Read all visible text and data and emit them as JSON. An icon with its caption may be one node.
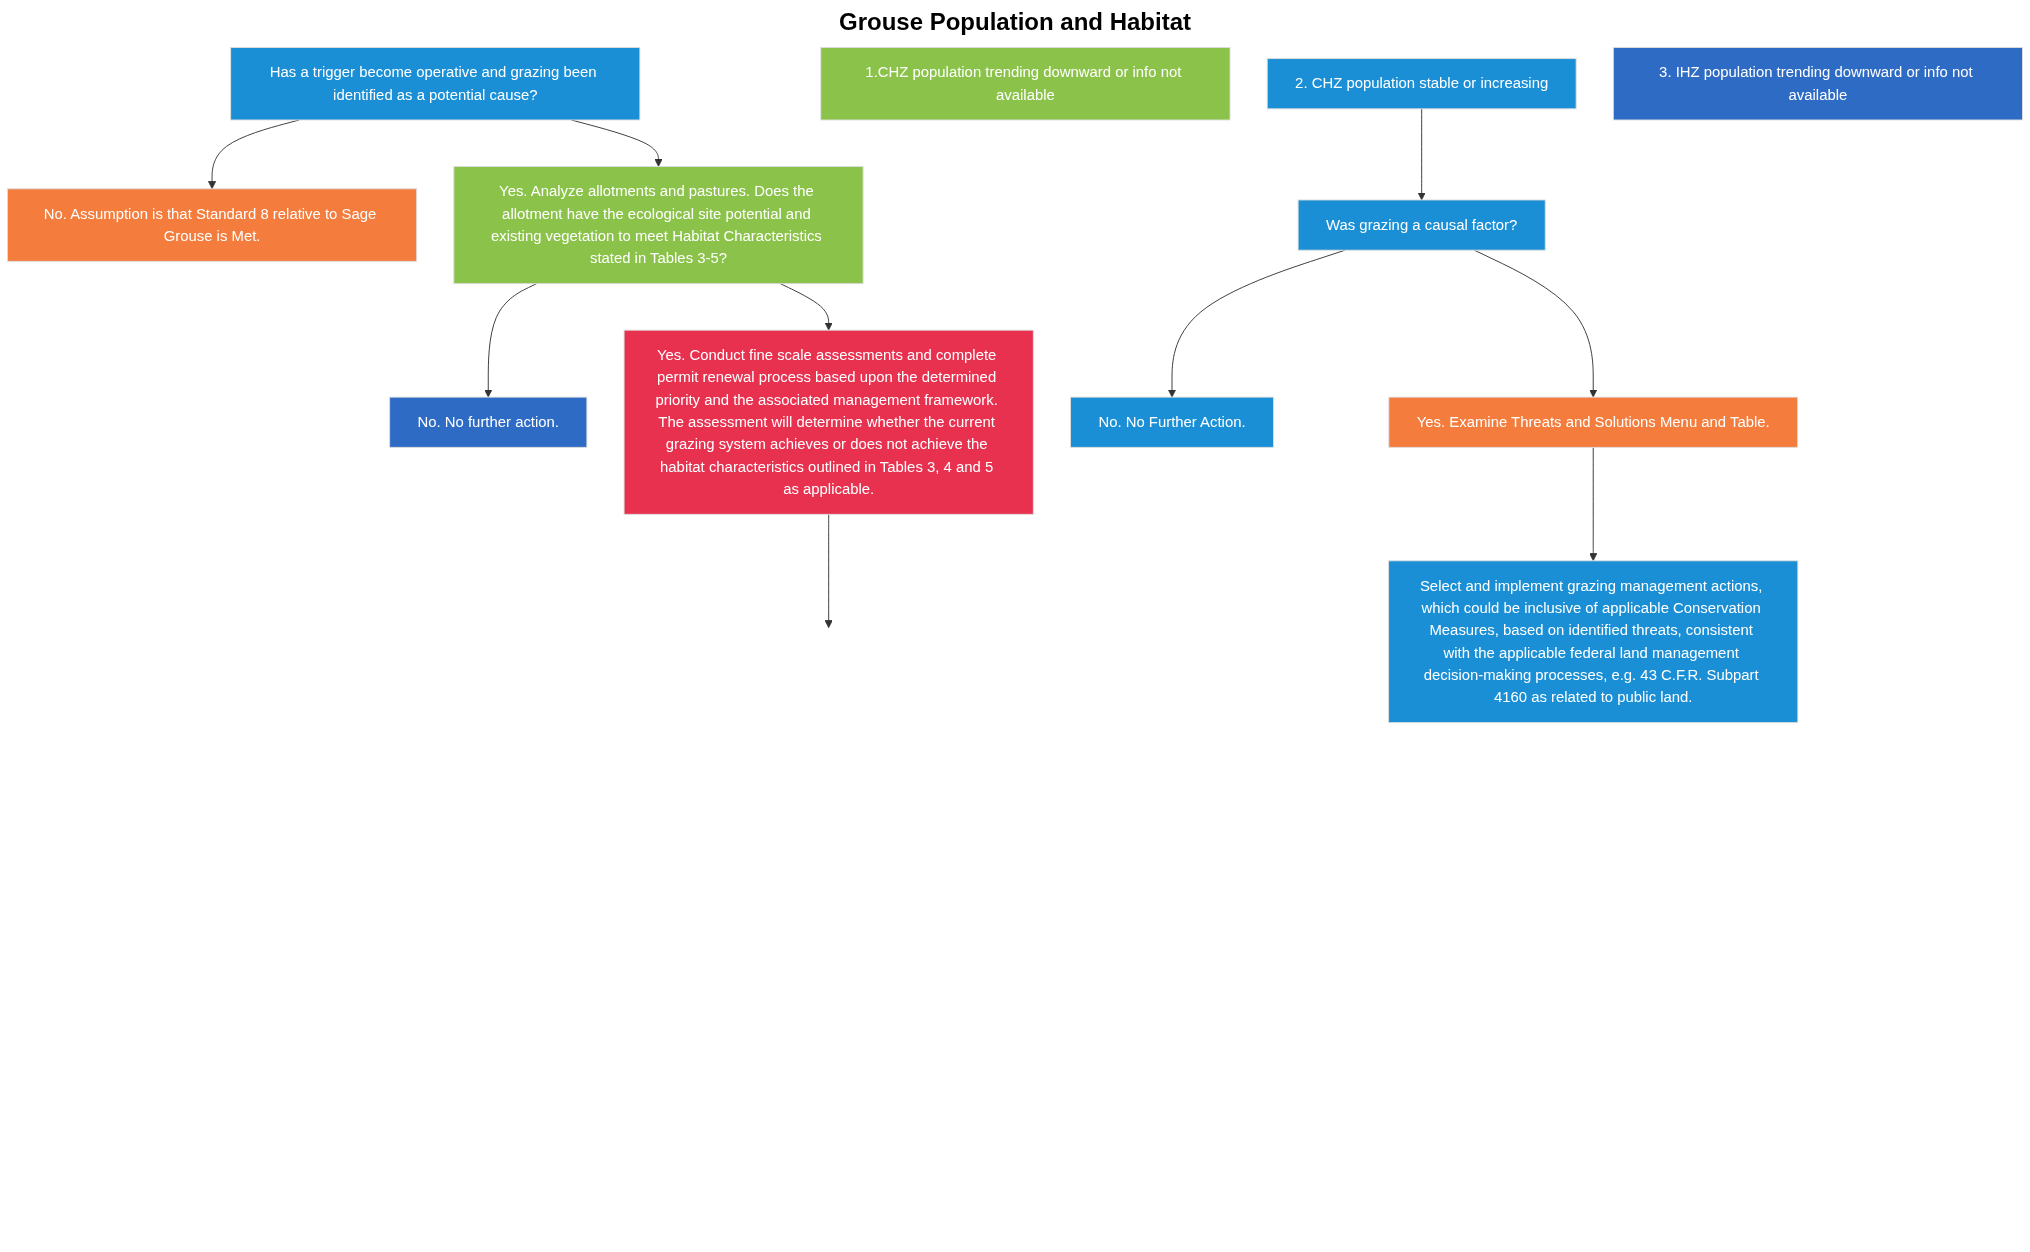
{
  "diagram": {
    "title": "Grouse Population and Habitat",
    "nodes": [
      {
        "text": [
          "No. Assumption is that Standard 8 relative to Sage Grouse is Met."
        ]
      },
      {
        "text": [
          "Has a trigger become operative and grazing been identified as a potential cause?"
        ]
      },
      {
        "text": [
          "Yes. Analyze allotments and pastures. Does the allotment have the ecological site potential and existing vegetation to meet Habitat Characteristics stated in Tables 3-5?"
        ]
      },
      {
        "text": [
          "No. No further action."
        ]
      },
      {
        "text": [
          "Yes. Conduct fine scale assessments and complete permit renewal process based upon the determined priority and the associated management framework. The assessment will determine whether the current grazing system achieves or does not achieve the habitat characteristics outlined in Tables 3, 4 and 5 as applicable."
        ]
      },
      {
        "text": [
          "1.CHZ population trending downward or info not available"
        ]
      },
      {
        "text": [
          "2. CHZ population stable or increasing"
        ]
      },
      {
        "text": [
          "3. IHZ population trending downward or info not available"
        ]
      },
      {
        "text": [
          "Was grazing a causal factor?"
        ]
      },
      {
        "text": [
          "No. No Further Action."
        ]
      },
      {
        "text": [
          "Yes. Examine Threats and Solutions Menu and Table."
        ]
      },
      {
        "text": [
          "Select and implement grazing management actions, which could be inclusive of applicable Conservation Measures, based on identified threats, consistent with the applicable federal land management decision-making processes, e.g. 43 C.F.R. Subpart 4160 as related to public land."
        ]
      }
    ],
    "edges": [
      {
        "from": 1,
        "to": 0,
        "arrow": "to"
      },
      {
        "from": 1,
        "to": 2,
        "arrow": "to"
      },
      {
        "from": 2,
        "to": 3,
        "arrow": "to"
      },
      {
        "from": 2,
        "to": 4,
        "arrow": "to"
      },
      {
        "from": 4,
        "to": null,
        "arrow": "to"
      },
      {
        "from": 6,
        "to": 8,
        "arrow": "to"
      },
      {
        "from": 8,
        "to": 9,
        "arrow": "to"
      },
      {
        "from": 8,
        "to": 10,
        "arrow": "to"
      },
      {
        "from": 10,
        "to": 11,
        "arrow": "to"
      }
    ]
  }
}
